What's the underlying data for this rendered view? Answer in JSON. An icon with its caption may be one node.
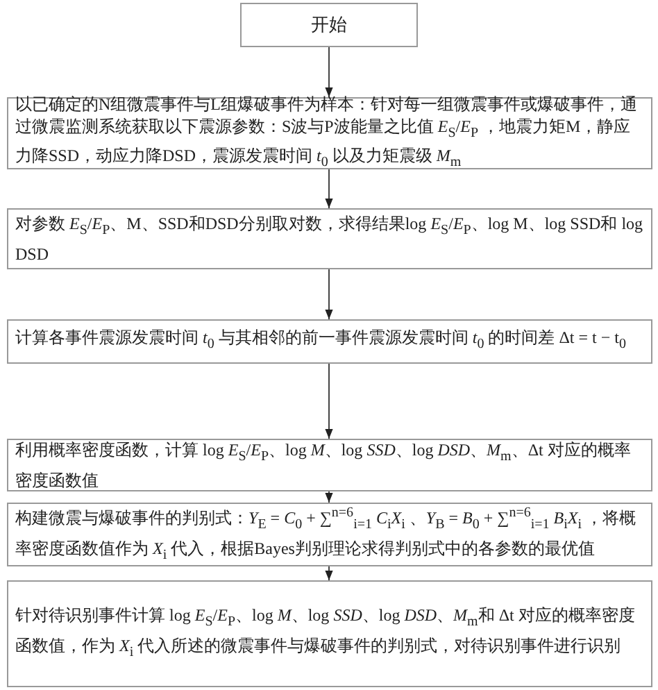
{
  "diagram": {
    "nodes": [
      {
        "text": [
          "开始"
        ]
      },
      {
        "text": [
          "以已确定的N组微震事件与L组爆破事件为样本：针对每一组微震事件或爆破事件，通过微震监测系统获取以下震源参数：S波与P波能量之比值 *E*$_{S}$/*E*$_{P}$ ，地震力矩M，静应力降SSD，动应力降DSD，震源发震时间 *t*$_{0}$ 以及力矩震级 *M*$_{m}$"
        ]
      },
      {
        "text": [
          "对参数 *E*$_{S}$/*E*$_{P}$、M、SSD和DSD分别取对数，求得结果log *E*$_{S}$/*E*$_{P}$、log M、log SSD和 log DSD"
        ]
      },
      {
        "text": [
          "计算各事件震源发震时间 *t*$_{0}$ 与其相邻的前一事件震源发震时间 *t*$_{0}$ 的时间差 Δt = t − t$_{0}$"
        ]
      },
      {
        "text": [
          "利用概率密度函数，计算 log *E*$_{S}$/*E*$_{P}$、log *M*、log *SSD*、log *DSD*、*M*$_{m}$、Δt 对应的概率密度函数值"
        ]
      },
      {
        "text": [
          "构建微震与爆破事件的判别式：*Y*$_{E}$ = *C*$_{0}$ + ∑$^{n=6}$$_{i=1}$ *C*$_{i}$*X*$_{i}$ 、*Y*$_{B}$ = *B*$_{0}$ + ∑$^{n=6}$$_{i=1}$ *B*$_{i}$*X*$_{i}$ ，将概率密度函数值作为 *X*$_{i}$ 代入，根据Bayes判别理论求得判别式中的各参数的最优值"
        ]
      },
      {
        "text": [
          "针对待识别事件计算 log *E*$_{S}$/*E*$_{P}$、log *M*、log *SSD*、log *DSD*、*M*$_{m}$和 Δt 对应的概率密度函数值，作为 *X*$_{i}$ 代入所述的微震事件与爆破事件的判别式，对待识别事件进行识别"
        ]
      }
    ],
    "edges": [
      {
        "from": 0,
        "to": 1,
        "arrow": "to"
      },
      {
        "from": 1,
        "to": 2,
        "arrow": "to"
      },
      {
        "from": 2,
        "to": 3,
        "arrow": "to"
      },
      {
        "from": 3,
        "to": 4,
        "arrow": "to"
      },
      {
        "from": 4,
        "to": 5,
        "arrow": "to"
      },
      {
        "from": 5,
        "to": 6,
        "arrow": "to"
      }
    ]
  }
}
